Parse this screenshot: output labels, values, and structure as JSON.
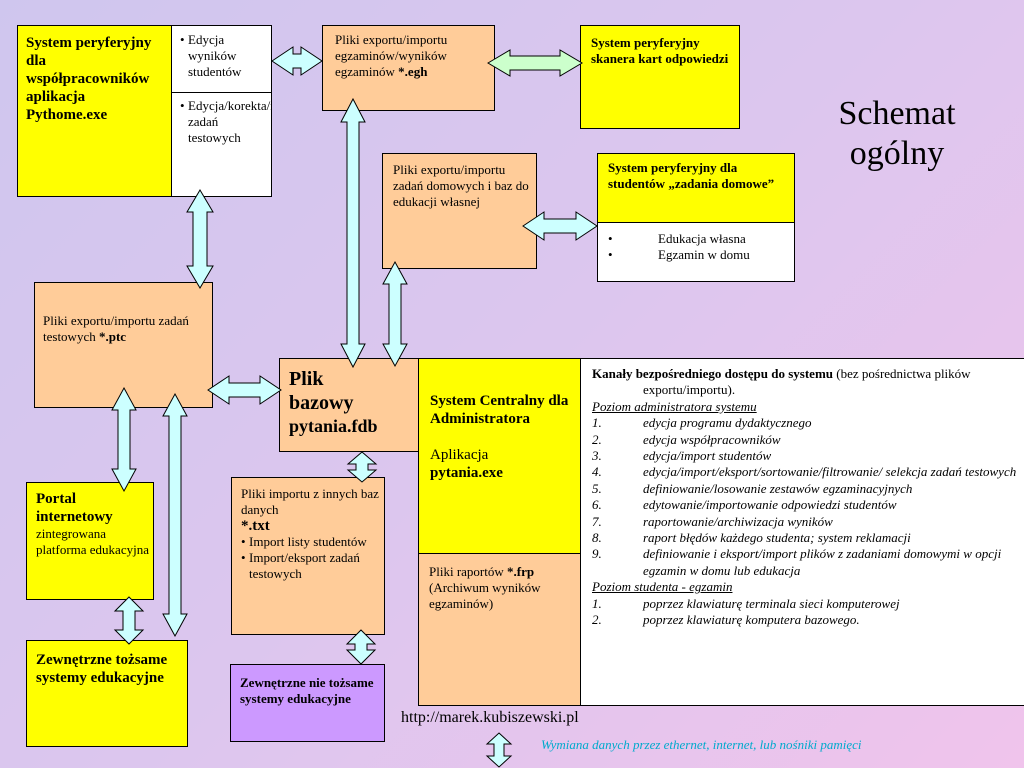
{
  "title": "Schemat\nogólny",
  "peripheral_staff": {
    "title": "System peryferyjny dla współpracowników aplikacja Pythome.exe",
    "items": [
      "Edycja wyników studentów",
      "Edycja/korekta/recenzja zadań testowych"
    ]
  },
  "export_exam": {
    "line1": "Pliki exportu/importu egzaminów/wyników egzaminów ",
    "ext": "*.egh"
  },
  "scanner": {
    "title": "System peryferyjny skanera kart odpowiedzi"
  },
  "homework_export": {
    "text": "Pliki exportu/importu zadań domowych i baz do edukacji własnej"
  },
  "student_system": {
    "title": "System peryferyjny dla studentów „zadania domowe”",
    "items": [
      "Edukacja własna",
      "Egzamin w domu"
    ]
  },
  "test_export": {
    "line1": "Pliki exportu/importu zadań testowych ",
    "ext": "*.ptc"
  },
  "base_file": {
    "line1": "Plik",
    "line2": "bazowy",
    "line3": "pytania.fdb"
  },
  "central": {
    "line1": "System Centralny dla Administratora",
    "line2": "Aplikacja",
    "line3": "pytania.exe"
  },
  "channels": {
    "heading_bold": "Kanały bezpośredniego dostępu do systemu",
    "heading_rest": " (bez pośrednictwa plików exportu/importu).",
    "admin_level": "Poziom administratora systemu",
    "admin_items": [
      {
        "num": "1.",
        "text": "edycja programu dydaktycznego"
      },
      {
        "num": "2.",
        "text": "edycja współpracowników"
      },
      {
        "num": "3.",
        "text": "edycja/import studentów"
      },
      {
        "num": "4.",
        "text": "edycja/import/eksport/sortowanie/filtrowanie/ selekcja zadań testowych"
      },
      {
        "num": "5.",
        "text": "definiowanie/losowanie zestawów egzaminacyjnych"
      },
      {
        "num": "6.",
        "text": "edytowanie/importowanie odpowiedzi studentów"
      },
      {
        "num": "7.",
        "text": "raportowanie/archiwizacja wyników"
      },
      {
        "num": "8.",
        "text": "raport błędów każdego studenta; system reklamacji"
      },
      {
        "num": "9.",
        "text": "definiowanie i eksport/import plików z zadaniami domowymi w opcji egzamin w domu lub edukacja"
      }
    ],
    "student_level": "Poziom studenta - egzamin",
    "student_items": [
      {
        "num": "1.",
        "text": "poprzez klawiaturę terminala sieci komputerowej"
      },
      {
        "num": "2.",
        "text": "poprzez klawiaturę komputera bazowego."
      }
    ]
  },
  "portal": {
    "title": "Portal internetowy",
    "subtitle": "zintegrowana platforma edukacyjna"
  },
  "import_other": {
    "line1": "Pliki importu z innych baz danych",
    "ext": "*.txt",
    "items": [
      "Import listy studentów",
      "Import/eksport zadań testowych"
    ]
  },
  "reports": {
    "line1": "Pliki raportów ",
    "ext": "*.frp",
    "line2": "(Archiwum wyników egzaminów)"
  },
  "external_left": {
    "text": "Zewnętrzne tożsame systemy edukacyjne"
  },
  "external_mid": {
    "text": "Zewnętrzne nie tożsame systemy edukacyjne"
  },
  "url": "http://marek.kubiszewski.pl",
  "legend": "Wymiana danych przez ethernet, internet, lub nośniki pamięci",
  "colors": {
    "yellow": "#ffff00",
    "peach": "#ffcc99",
    "purple": "#cc99ff",
    "arrow_fill": "#ccffff",
    "arrow_fill_green": "#ccffcc",
    "legend_text": "#00aacc"
  }
}
